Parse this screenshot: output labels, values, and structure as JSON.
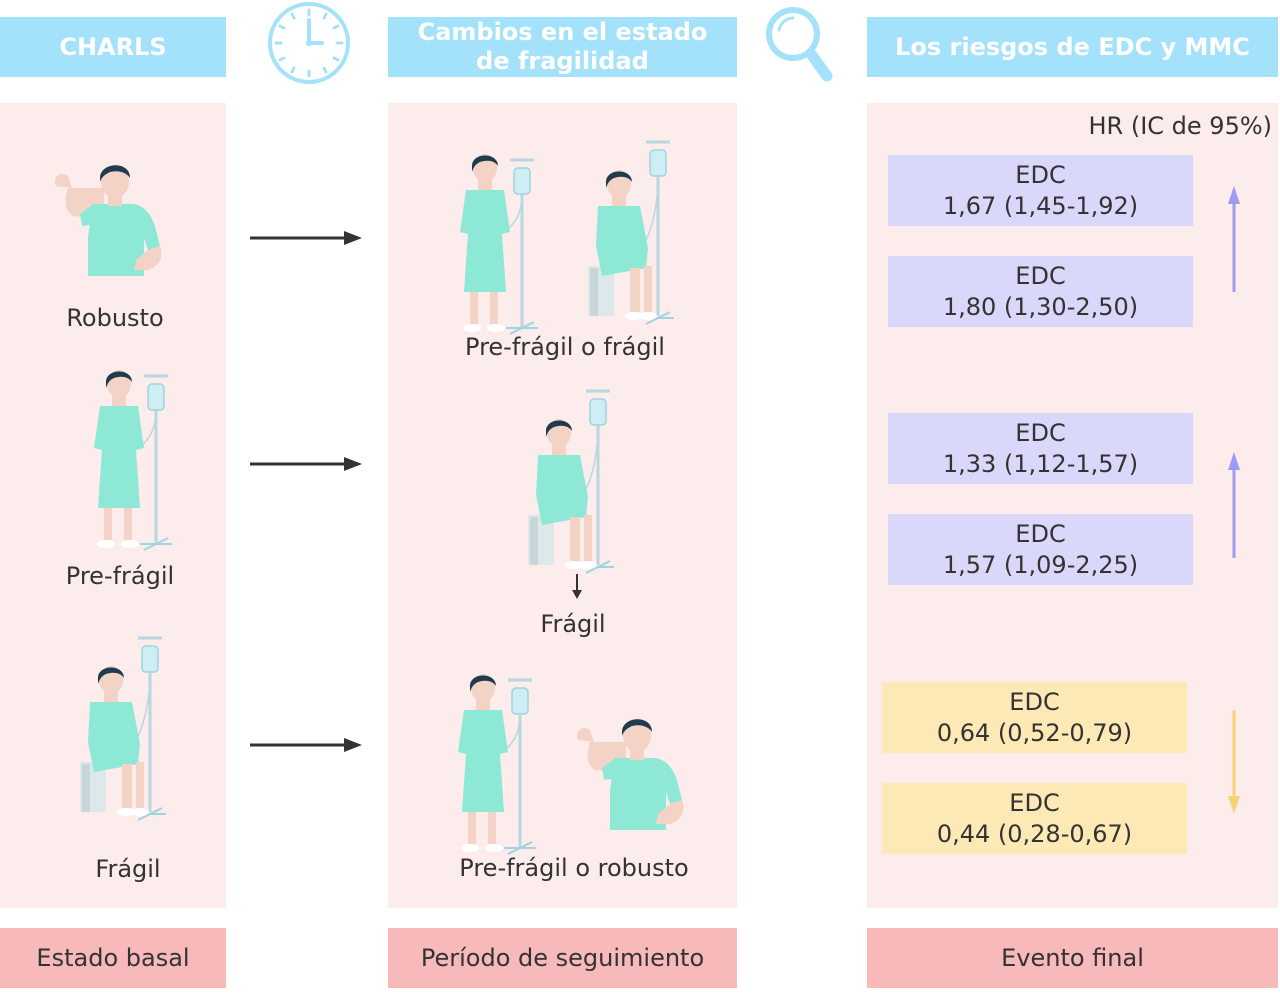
{
  "headers": {
    "left": "CHARLS",
    "middle_line1": "Cambios en el estado",
    "middle_line2": "de fragilidad",
    "right": "Los riesgos de EDC y MMC"
  },
  "icons": {
    "clock": "clock-icon",
    "magnifier": "magnifier-icon",
    "figure_robust": "robust-person-icon",
    "figure_standing": "standing-patient-iv-icon",
    "figure_seated": "seated-patient-iv-icon"
  },
  "baseline": {
    "robust": "Robusto",
    "prefrail": "Pre-frágil",
    "frail": "Frágil"
  },
  "followup": {
    "row1": "Pre-frágil o frágil",
    "row2": "Frágil",
    "row3": "Pre-frágil o robusto"
  },
  "risks": {
    "hr_label": "HR (IC de 95%)",
    "boxes": [
      {
        "name": "EDC",
        "value": "1,67 (1,45-1,92)"
      },
      {
        "name": "EDC",
        "value": "1,80 (1,30-2,50)"
      },
      {
        "name": "EDC",
        "value": "1,33 (1,12-1,57)"
      },
      {
        "name": "EDC",
        "value": "1,57 (1,09-2,25)"
      },
      {
        "name": "EDC",
        "value": "0,64 (0,52-0,79)"
      },
      {
        "name": "EDC",
        "value": "0,44 (0,28-0,67)"
      }
    ]
  },
  "footers": {
    "left": "Estado basal",
    "middle": "Período de seguimiento",
    "right": "Evento final"
  },
  "colors": {
    "header_blue": "#a4e2fb",
    "panel_pink": "#fdecec",
    "footer_pink": "#f8b9bb",
    "box_purple": "#d9d8fb",
    "box_yellow": "#fde9b6",
    "arrow_purple": "#9e9cf0",
    "arrow_yellow": "#f7d373",
    "gown": "#8ee8d6"
  }
}
